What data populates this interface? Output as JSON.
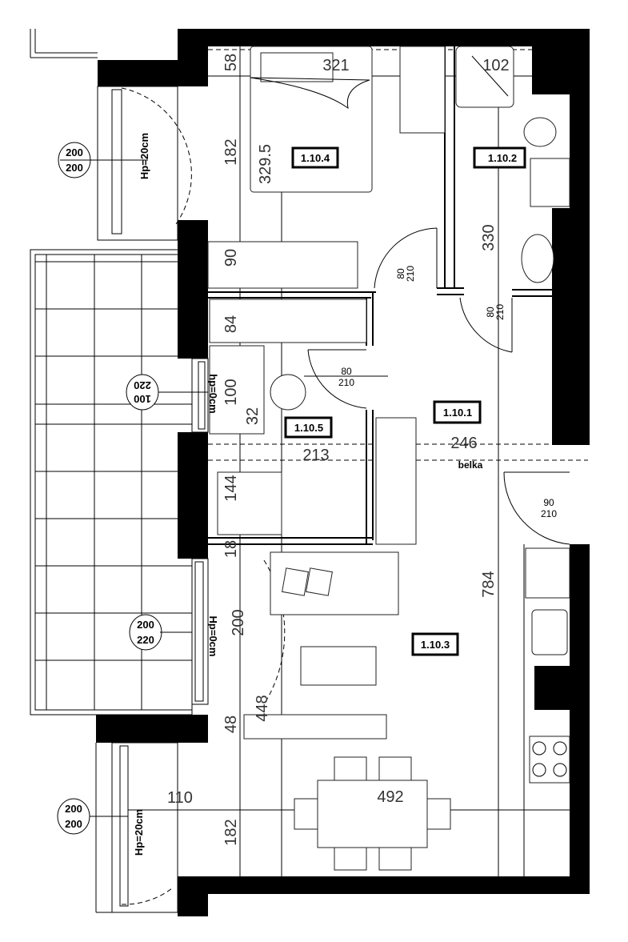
{
  "rooms": [
    {
      "id": "1.10.4"
    },
    {
      "id": "1.10.2"
    },
    {
      "id": "1.10.1"
    },
    {
      "id": "1.10.5"
    },
    {
      "id": "1.10.3"
    }
  ],
  "dimensions": {
    "d58": "58",
    "d321": "321",
    "d102": "102",
    "d182a": "182",
    "d329": "329.5",
    "d330": "330",
    "d90": "90",
    "d84": "84",
    "d100": "100",
    "d32": "32",
    "d213": "213",
    "d246": "246",
    "belka": "belka",
    "d144": "144",
    "d18": "18",
    "d784": "784",
    "d200": "200",
    "d448": "448",
    "d48": "48",
    "d110": "110",
    "d182b": "182",
    "d492": "492"
  },
  "doors": [
    {
      "w": "80",
      "h": "210"
    },
    {
      "w": "80",
      "h": "210"
    },
    {
      "w": "80",
      "h": "210"
    },
    {
      "w": "90",
      "h": "210"
    }
  ],
  "windows": [
    {
      "top": "200",
      "bottom": "200",
      "sill": "Hp=20cm"
    },
    {
      "top": "100",
      "bottom": "220",
      "sill": "hp=0cm"
    },
    {
      "top": "200",
      "bottom": "220",
      "sill": "Hp=0cm"
    },
    {
      "top": "200",
      "bottom": "200",
      "sill": "Hp=20cm"
    }
  ]
}
